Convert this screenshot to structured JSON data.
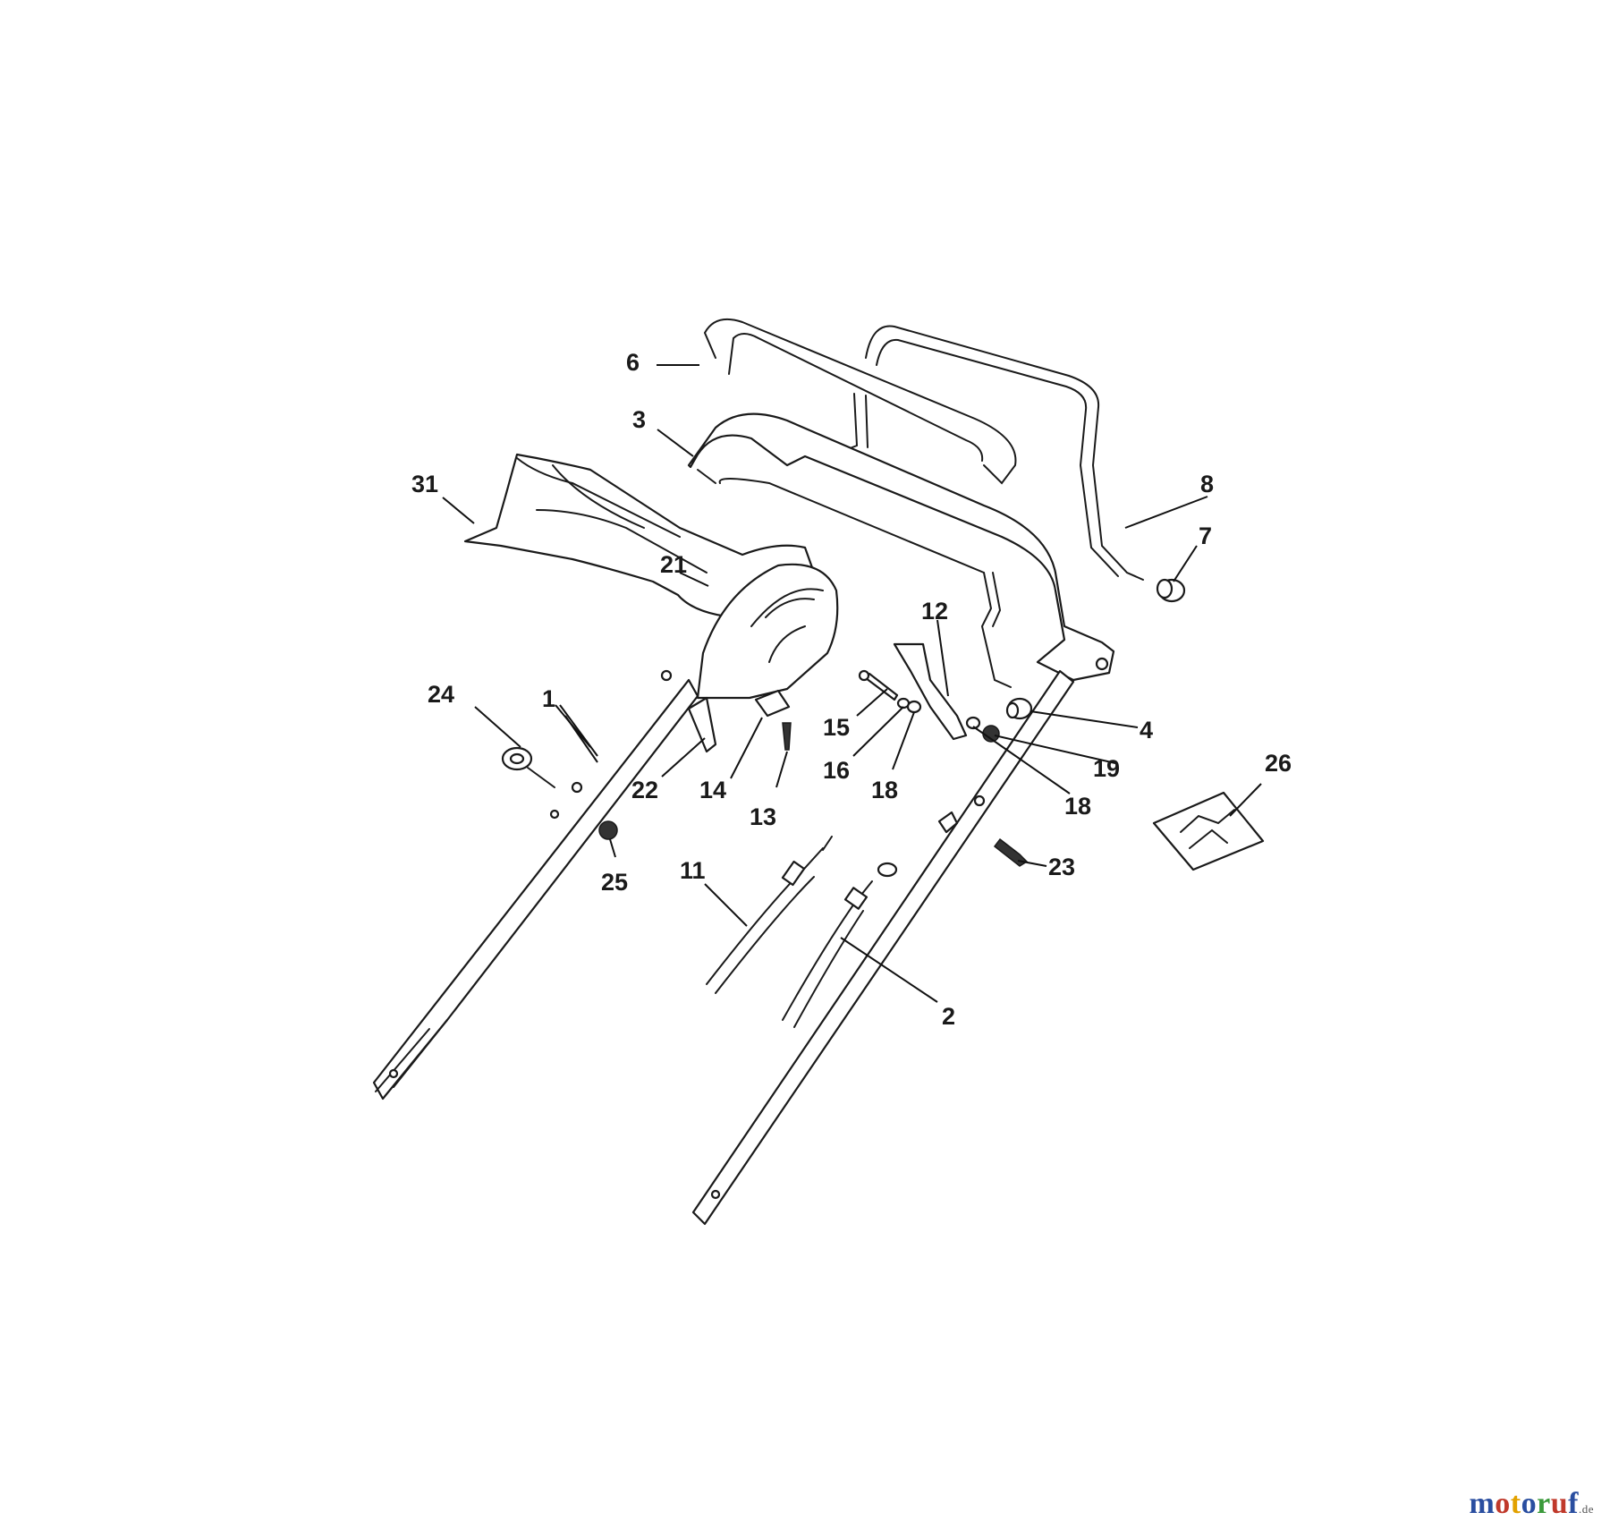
{
  "diagram": {
    "callouts": [
      "1",
      "2",
      "3",
      "4",
      "6",
      "7",
      "8",
      "11",
      "12",
      "13",
      "14",
      "15",
      "16",
      "18",
      "18",
      "19",
      "21",
      "22",
      "23",
      "24",
      "25",
      "26",
      "31"
    ]
  },
  "watermark": {
    "text": "motoruf",
    "suffix": ".de",
    "colors": [
      "#2a4ea0",
      "#c0392b",
      "#e2a100",
      "#2a4ea0",
      "#3a9a3a",
      "#c0392b",
      "#2a4ea0"
    ]
  }
}
